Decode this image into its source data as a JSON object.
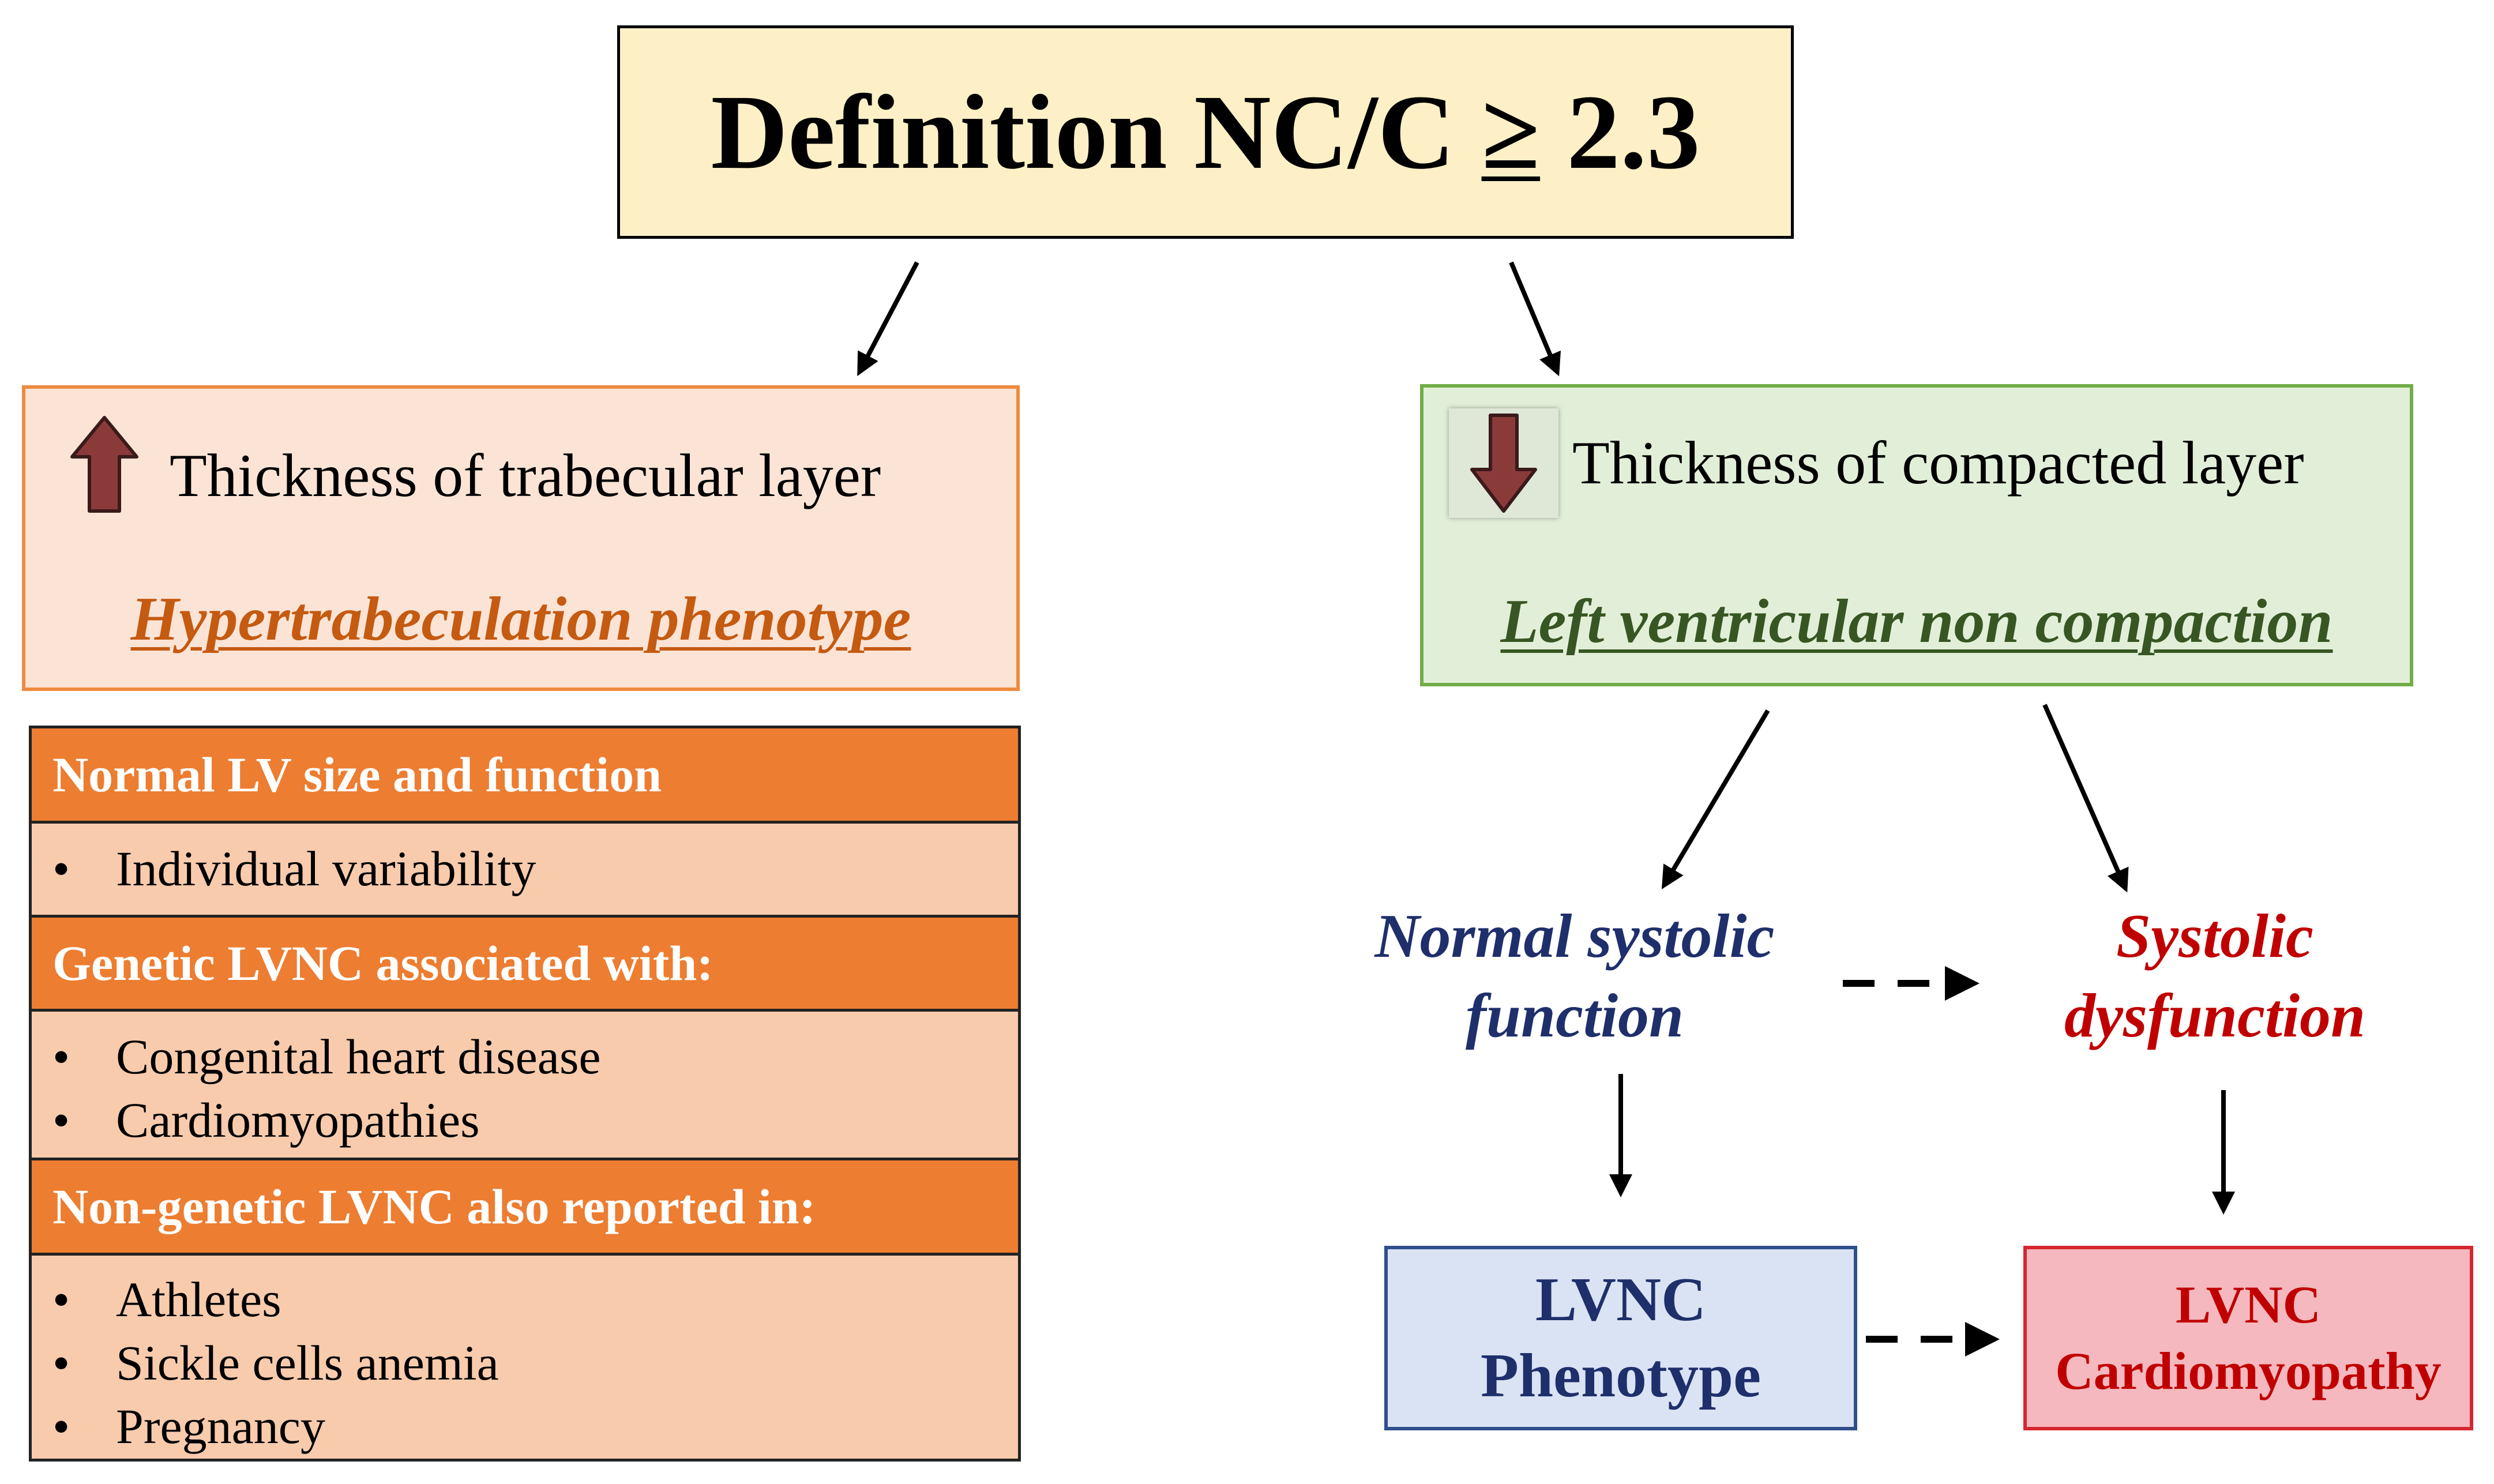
{
  "definition": {
    "prefix": "Definition NC/C ",
    "symbol": "≥",
    "value": " 2.3"
  },
  "left_branch": {
    "arrow_icon": "up-arrow-icon",
    "thickness_text": "Thickness of trabecular layer",
    "phenotype_label": "Hypertrabeculation phenotype"
  },
  "right_branch": {
    "arrow_icon": "down-arrow-icon",
    "thickness_text": "Thickness of compacted layer",
    "label": "Left ventricular non compaction"
  },
  "table": {
    "sections": [
      {
        "header": "Normal LV size and function",
        "items": [
          "Individual variability"
        ]
      },
      {
        "header": "Genetic LVNC associated with:",
        "items": [
          "Congenital heart disease",
          "Cardiomyopathies"
        ]
      },
      {
        "header": "Non-genetic LVNC also reported in:",
        "items": [
          "Athletes",
          "Sickle cells anemia",
          "Pregnancy"
        ]
      }
    ]
  },
  "outcomes": {
    "normal_systolic": {
      "line1": "Normal systolic",
      "line2": "function"
    },
    "systolic_dysfunction": {
      "line1": "Systolic",
      "line2": "dysfunction"
    },
    "lvnc_phenotype": {
      "line1": "LVNC",
      "line2": "Phenotype"
    },
    "lvnc_cardiomyopathy": {
      "line1": "LVNC",
      "line2": "Cardiomyopathy"
    }
  },
  "colors": {
    "definition_fill": "#fdf0c6",
    "orange_header": "#ed7d31",
    "orange_body": "#f8cbad",
    "green_fill": "#e2efd8",
    "navy_text": "#1f2f6b",
    "red_text": "#c00000",
    "arrow_brown": "#8b3a3a"
  },
  "bullet": "•"
}
